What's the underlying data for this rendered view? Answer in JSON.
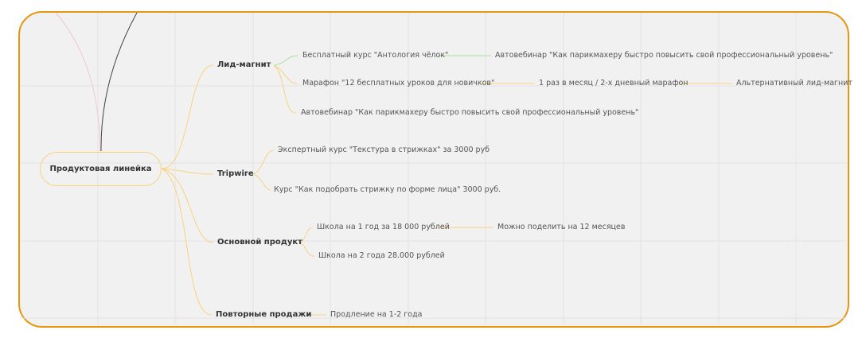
{
  "colors": {
    "border": "#e8960f",
    "branch": "#f9d27e",
    "green_branch": "#a6e39a",
    "background": "#f1f1f1"
  },
  "root": {
    "label": "Продуктовая линейка"
  },
  "branches": [
    {
      "label": "Лид-магнит",
      "children": [
        {
          "label": "Бесплатный курс \"Антология чёлок\"",
          "next": [
            "Автовебинар \"Как парикмахеру быстро повысить свой профессиональный уровень\""
          ]
        },
        {
          "label": "Марафон \"12 бесплатных уроков для новичков\"",
          "next": [
            "1 раз в месяц / 2-х дневный марафон",
            "Альтернативный лид-магнит"
          ]
        },
        {
          "label": "Автовебинар \"Как парикмахеру быстро повысить свой профессиональный уровень\""
        }
      ]
    },
    {
      "label": "Tripwire",
      "children": [
        {
          "label": "Экспертный курс \"Текстура в стрижках\" за 3000 руб"
        },
        {
          "label": "Курс \"Как подобрать стрижку по форме лица\" 3000 руб."
        }
      ]
    },
    {
      "label": "Основной продукт",
      "children": [
        {
          "label": "Школа на 1 год за 18 000 рублей",
          "next": [
            "Можно поделить на 12 месяцев"
          ]
        },
        {
          "label": "Школа на 2 года 28.000 рублей"
        }
      ]
    },
    {
      "label": "Повторные продажи",
      "children": [
        {
          "label": "Продление на 1-2 года"
        }
      ]
    }
  ]
}
